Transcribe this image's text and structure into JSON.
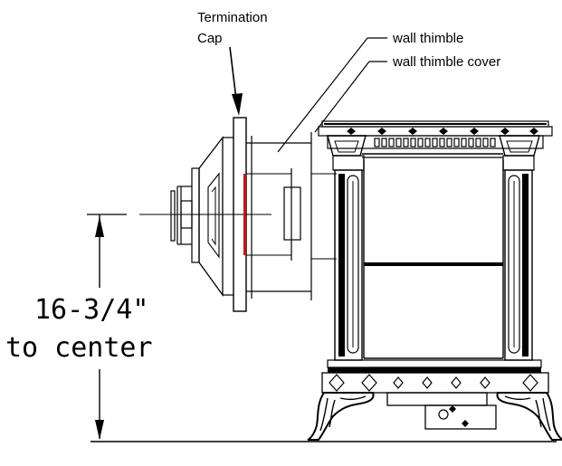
{
  "labels": {
    "termination_cap_line1": "Termination",
    "termination_cap_line2": "Cap",
    "wall_thimble": "wall thimble",
    "wall_thimble_cover": "wall thimble cover",
    "dimension_line1": "16-3/4\"",
    "dimension_line2": "to center"
  },
  "colors": {
    "line": "#000000",
    "seal_highlight": "#e01010",
    "background": "#ffffff"
  }
}
